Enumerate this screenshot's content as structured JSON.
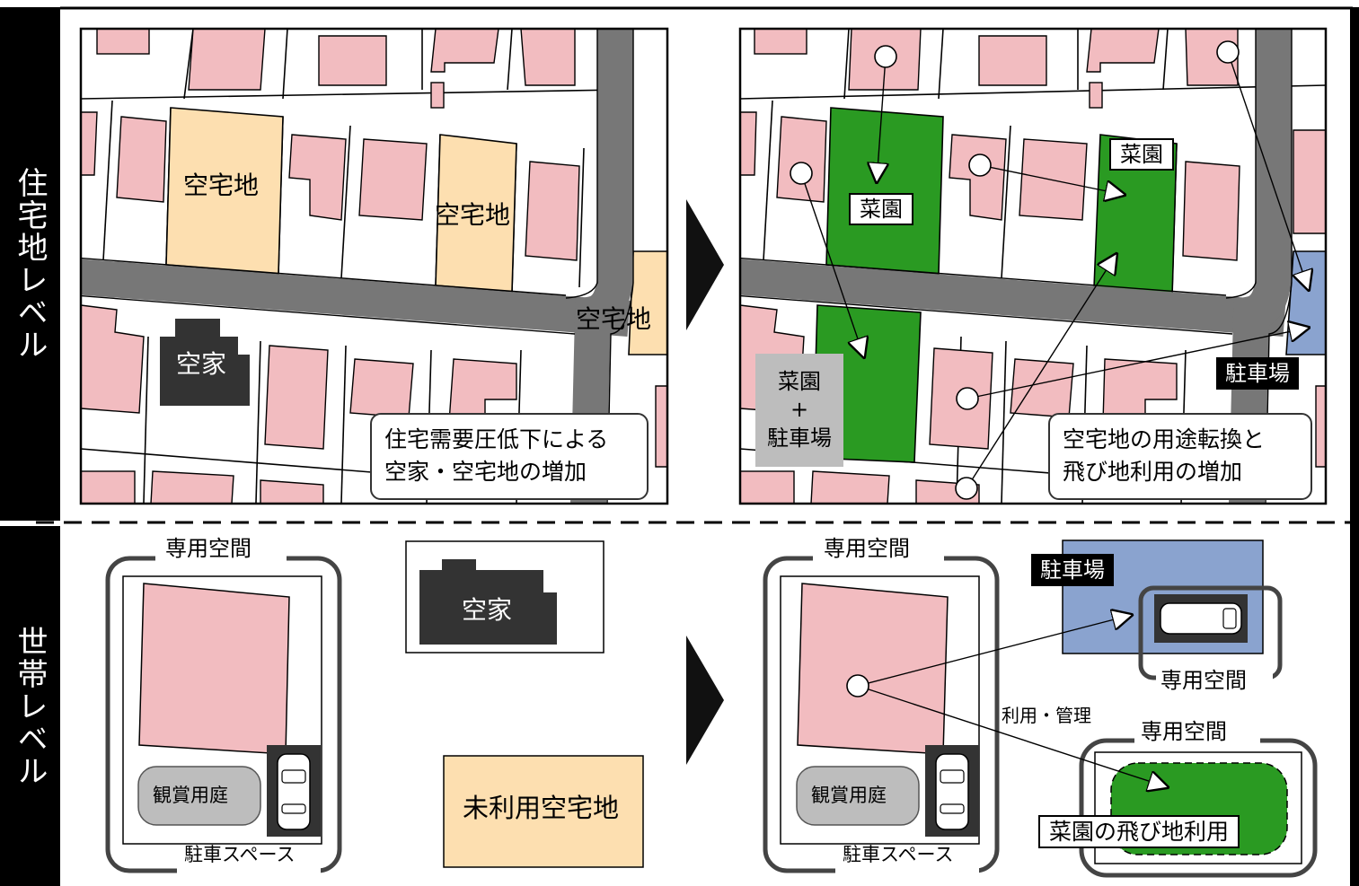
{
  "side_labels": {
    "residential": "住宅地レベル",
    "household": "世帯レベル"
  },
  "top_left": {
    "vacant_lot_1": "空宅地",
    "vacant_lot_2": "空宅地",
    "vacant_lot_3": "空宅地",
    "vacant_house": "空家",
    "caption_line1": "住宅需要圧低下による",
    "caption_line2": "空家・空宅地の増加"
  },
  "top_right": {
    "garden_1": "菜園",
    "garden_2": "菜園",
    "garden_parking_line1": "菜園",
    "garden_parking_line2": "+",
    "garden_parking_line3": "駐車場",
    "parking": "駐車場",
    "caption_line1": "空宅地の用途転換と",
    "caption_line2": "飛び地利用の増加"
  },
  "bottom_left": {
    "private_space": "専用空間",
    "ornamental_garden": "観賞用庭",
    "parking_space": "駐車スペース",
    "vacant_house": "空家",
    "unused_lot": "未利用空宅地"
  },
  "bottom_right": {
    "private_space": "専用空間",
    "ornamental_garden": "観賞用庭",
    "parking_space": "駐車スペース",
    "parking": "駐車場",
    "private_space_2": "専用空間",
    "private_space_3": "専用空間",
    "use_manage": "利用・管理",
    "garden_remote": "菜園の飛び地利用"
  },
  "colors": {
    "house": "#F2BCC0",
    "vacant_lot": "#FDDFB0",
    "road": "#777777",
    "garden": "#2A9A22",
    "parking": "#8AA3CF",
    "vacant_house": "#333333",
    "gray_tag": "#BDBDBD"
  }
}
